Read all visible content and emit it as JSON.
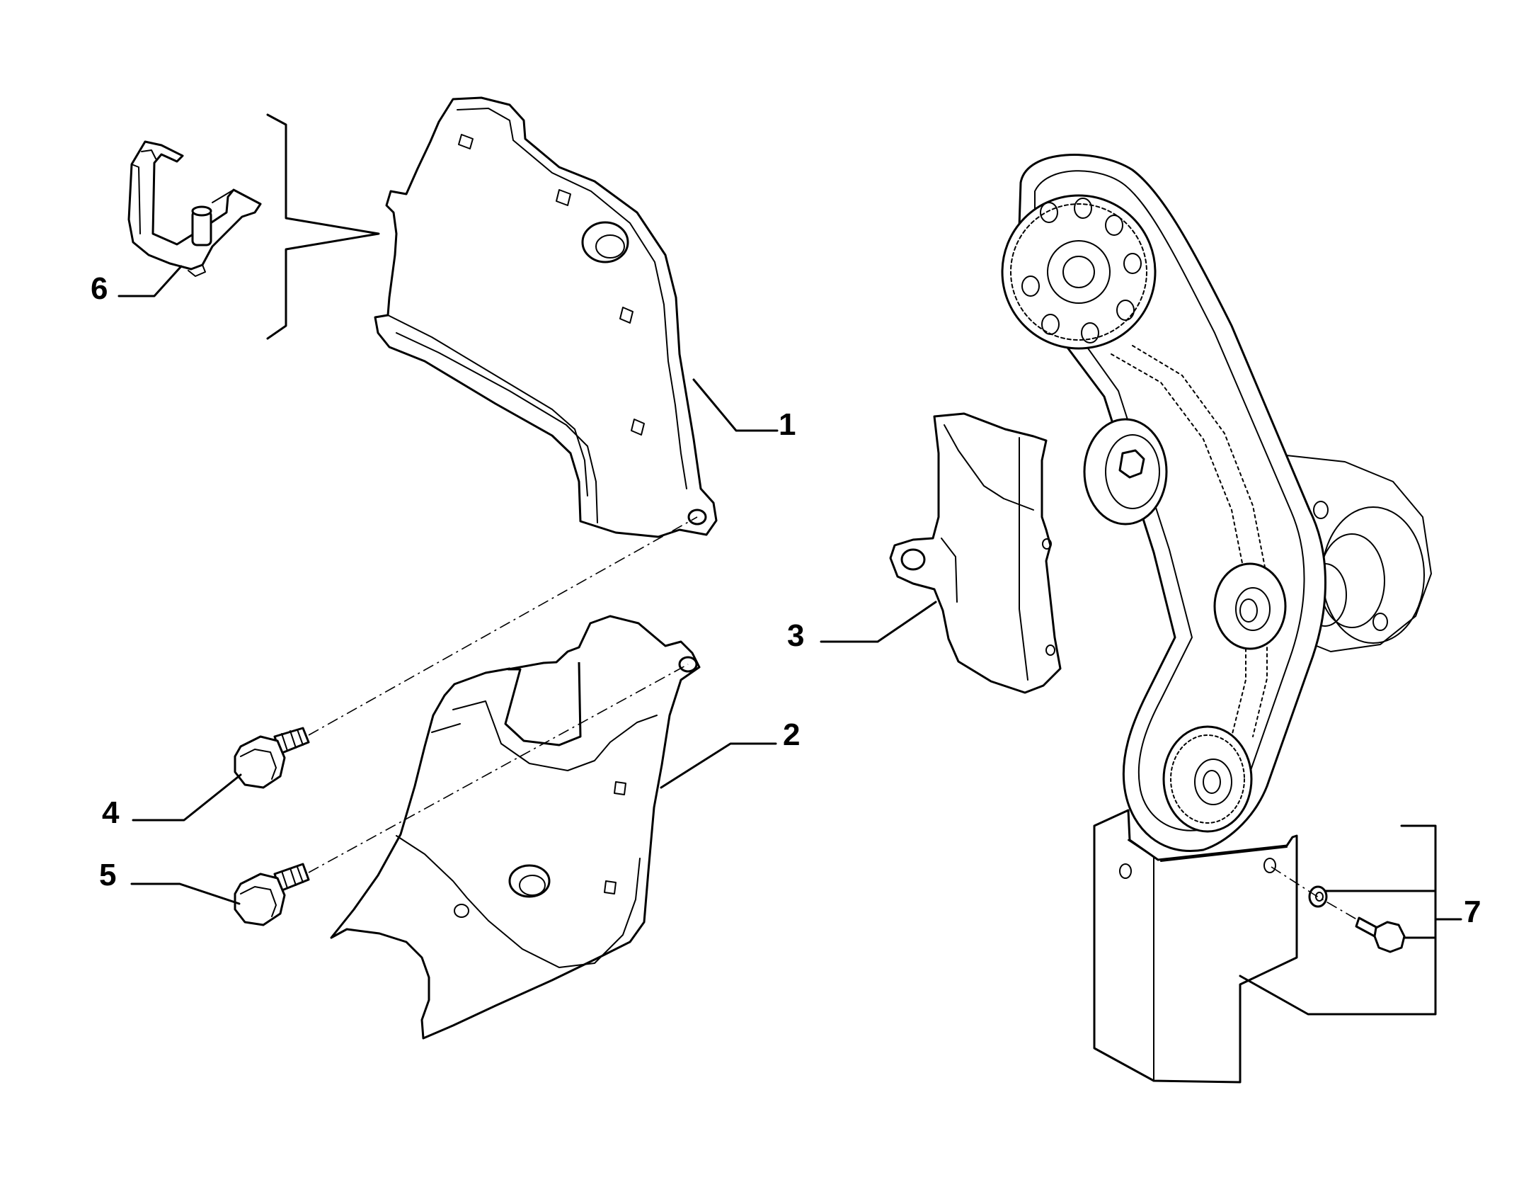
{
  "callouts": [
    {
      "id": "1",
      "label": "1"
    },
    {
      "id": "2",
      "label": "2"
    },
    {
      "id": "3",
      "label": "3"
    },
    {
      "id": "4",
      "label": "4"
    },
    {
      "id": "5",
      "label": "5"
    },
    {
      "id": "6",
      "label": "6"
    },
    {
      "id": "7",
      "label": "7"
    }
  ],
  "colors": {
    "line": "#000000",
    "background": "#ffffff"
  }
}
